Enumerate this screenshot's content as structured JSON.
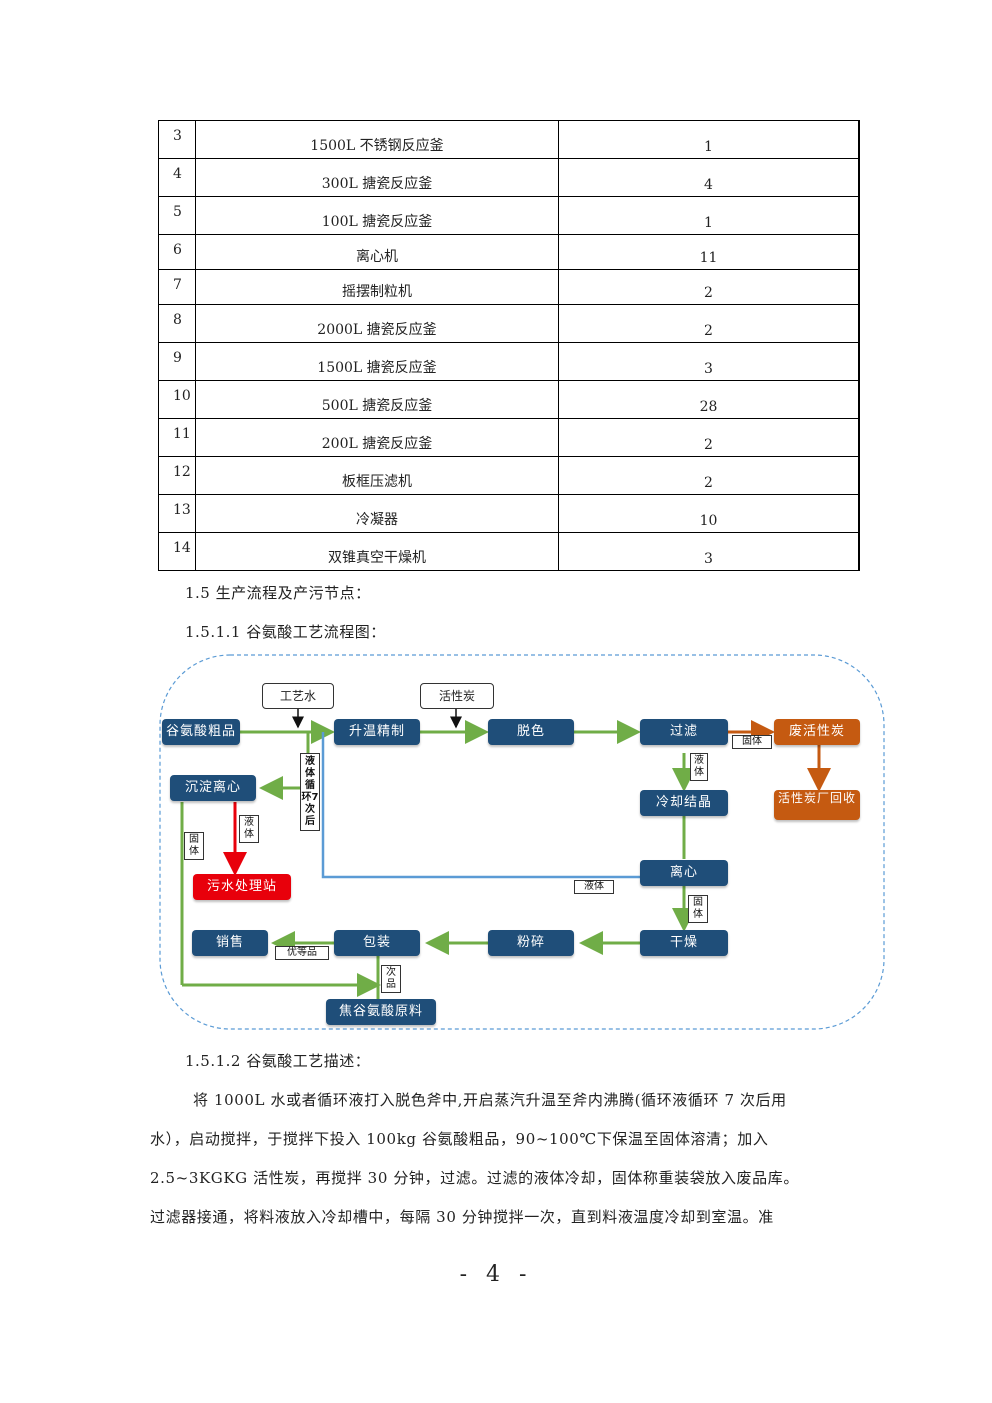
{
  "table": {
    "rows": [
      {
        "no": "3",
        "name": "1500L 不锈钢反应釜",
        "qty": "1"
      },
      {
        "no": "4",
        "name": "300L 搪瓷反应釜",
        "qty": "4"
      },
      {
        "no": "5",
        "name": "100L 搪瓷反应釜",
        "qty": "1"
      },
      {
        "no": "6",
        "name": "离心机",
        "qty": "11"
      },
      {
        "no": "7",
        "name": "摇摆制粒机",
        "qty": "2"
      },
      {
        "no": "8",
        "name": "2000L 搪瓷反应釜",
        "qty": "2"
      },
      {
        "no": "9",
        "name": "1500L 搪瓷反应釜",
        "qty": "3"
      },
      {
        "no": "10",
        "name": "500L 搪瓷反应釜",
        "qty": "28"
      },
      {
        "no": "11",
        "name": "200L 搪瓷反应釜",
        "qty": "2"
      },
      {
        "no": "12",
        "name": "板框压滤机",
        "qty": "2"
      },
      {
        "no": "13",
        "name": "冷凝器",
        "qty": "10"
      },
      {
        "no": "14",
        "name": "双锥真空干燥机",
        "qty": "3"
      }
    ]
  },
  "sections": {
    "s15": "1.5 生产流程及产污节点：",
    "s1511": "1.5.1.1 谷氨酸工艺流程图：",
    "s1512": "1.5.1.2 谷氨酸工艺描述："
  },
  "flow": {
    "nodes": {
      "crude": "谷氨酸粗品",
      "heat": "升温精制",
      "decolor": "脱色",
      "filter": "过滤",
      "waste_carbon": "废活性炭",
      "carbon_recycle": "活性炭厂回收",
      "cool": "冷却结晶",
      "centrifuge": "离心",
      "dry": "干燥",
      "grind": "粉碎",
      "pack": "包装",
      "sale": "销售",
      "precip": "沉淀离心",
      "sewage": "污水处理站",
      "coke": "焦谷氨酸原料"
    },
    "inputs": {
      "water": "工艺水",
      "carbon": "活性炭"
    },
    "tags": {
      "solid1": "固体",
      "liquid1": "液体",
      "liquid2": "液体",
      "solid2": "固体",
      "liquid3": "液体",
      "solid3": "固体",
      "premium": "优等品",
      "inferior": "次品",
      "recycle": "液体循环7次后"
    },
    "colors": {
      "blue": "#1f4e79",
      "orange": "#c55a11",
      "red": "#e8000b",
      "green": "#70ad47",
      "line_blue": "#5b9bd5"
    }
  },
  "description": {
    "line1": "将 1000L 水或者循环液打入脱色斧中,开启蒸汽升温至斧内沸腾(循环液循环 7 次后用",
    "line2": "水），启动搅拌，于搅拌下投入 100kg 谷氨酸粗品，90~100℃下保温至固体溶清；加入",
    "line3": "2.5~3KGKG 活性炭，再搅拌 30 分钟，过滤。过滤的液体冷却，固体称重装袋放入废品库。",
    "line4": "过滤器接通，将料液放入冷却槽中，每隔 30 分钟搅拌一次，直到料液温度冷却到室温。准"
  },
  "page_number": "- 4 -"
}
